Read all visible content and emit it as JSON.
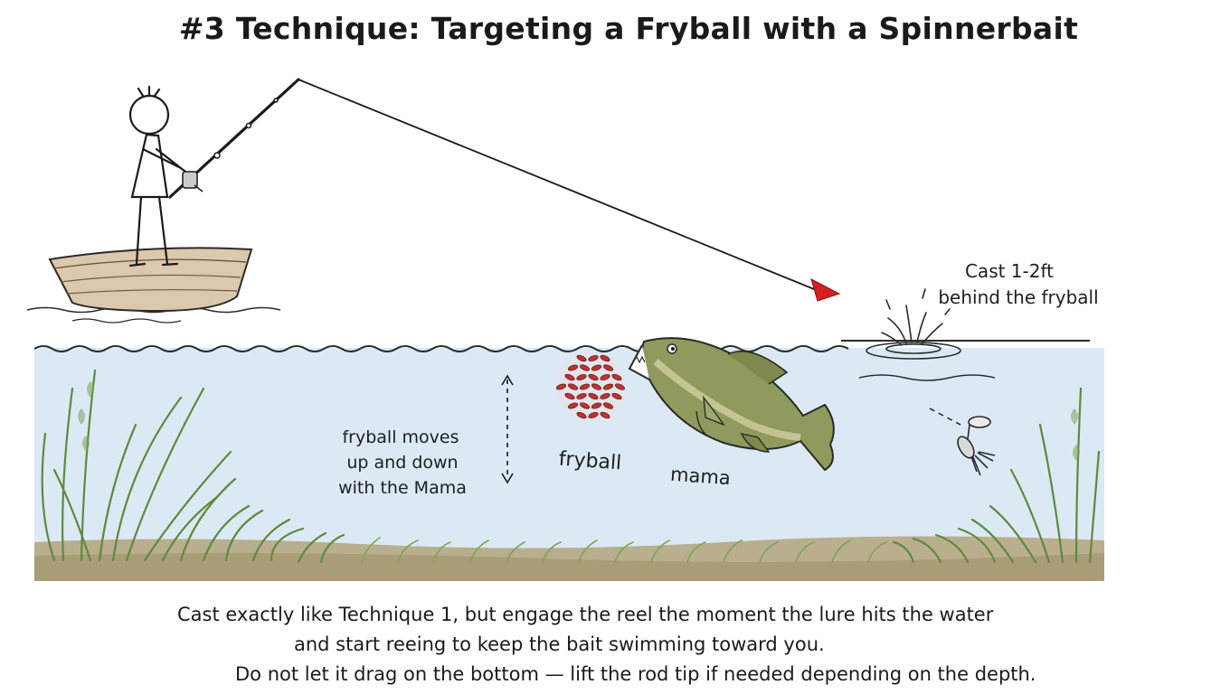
{
  "title": "#3 Technique: Targeting a Fryball with a Spinnerbait",
  "labels": {
    "cast_line1": "Cast 1-2ft",
    "cast_line2": "behind the fryball",
    "moves_line1": "fryball moves",
    "moves_line2": "up and down",
    "moves_line3": "with the Mama",
    "fryball": "fryball",
    "mama": "mama"
  },
  "caption": {
    "line1": "Cast exactly like Technique 1, but engage the reel the moment the lure hits the water",
    "line2": "and start reeing to keep the bait swimming toward you.",
    "line3": "Do not let it drag on the bottom — lift the rod tip if needed depending on the depth."
  },
  "colors": {
    "water": "#dbe9f4",
    "boat": "#dcc8ac",
    "grass": "#6f9a47",
    "bass": "#8f9a5c",
    "fry": "#c0332c",
    "arrow": "#d42020"
  },
  "icons": [
    "fisherman-figure",
    "boat-icon",
    "fish-icon",
    "fryball-icon",
    "spinnerbait-icon",
    "splash-icon",
    "grass-icon"
  ]
}
